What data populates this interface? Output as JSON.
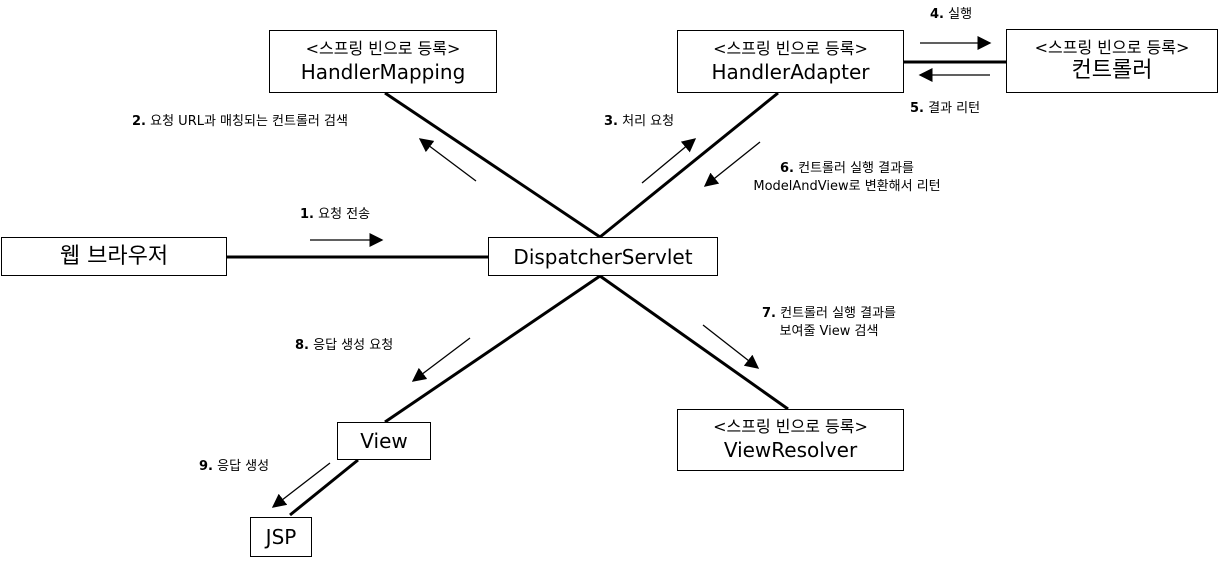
{
  "components": {
    "handler_mapping": {
      "stereotype": "<스프링 빈으로 등록>",
      "name": "HandlerMapping"
    },
    "handler_adapter": {
      "stereotype": "<스프링 빈으로 등록>",
      "name": "HandlerAdapter"
    },
    "controller": {
      "stereotype": "<스프링 빈으로 등록>",
      "name": "컨트롤러"
    },
    "web_browser": {
      "name": "웹 브라우저"
    },
    "dispatcher_servlet": {
      "name": "DispatcherServlet"
    },
    "view": {
      "name": "View"
    },
    "view_resolver": {
      "stereotype": "<스프링 빈으로 등록>",
      "name": "ViewResolver"
    },
    "jsp": {
      "name": "JSP"
    }
  },
  "steps": [
    {
      "num": "1.",
      "text": "요청 전송"
    },
    {
      "num": "2.",
      "text": "요청 URL과 매칭되는 컨트롤러 검색"
    },
    {
      "num": "3.",
      "text": "처리 요청"
    },
    {
      "num": "4.",
      "text": "실행"
    },
    {
      "num": "5.",
      "text": "결과 리턴"
    },
    {
      "num": "6.",
      "text": "컨트롤러 실행 결과를",
      "text2": "ModelAndView로 변환해서 리턴"
    },
    {
      "num": "7.",
      "text": "컨트롤러 실행 결과를",
      "text2": "보여줄 View 검색"
    },
    {
      "num": "8.",
      "text": "응답 생성 요청"
    },
    {
      "num": "9.",
      "text": "응답 생성"
    }
  ]
}
